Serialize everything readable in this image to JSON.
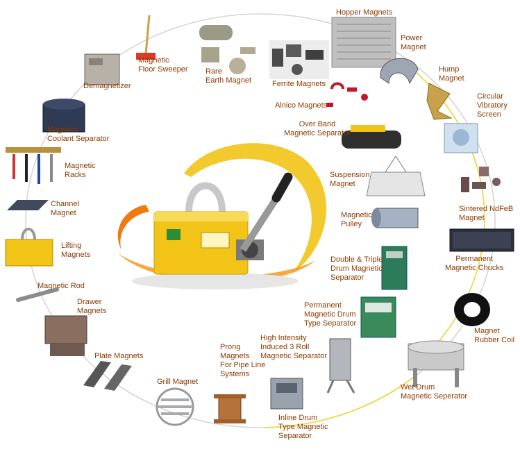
{
  "colors": {
    "label": "#8a3a00",
    "ring": "#d7d7d7",
    "accent_ring": "#f0c21a",
    "swoosh": "#f07a10",
    "magnet": "#f2c418"
  },
  "products": [
    {
      "id": "hopper",
      "label": "Hopper Magnets"
    },
    {
      "id": "power",
      "label": "Power\nMagnet"
    },
    {
      "id": "hump",
      "label": "Hump\nMagnet"
    },
    {
      "id": "circular",
      "label": "Circular\nVibratory\nScreen"
    },
    {
      "id": "ndfeb",
      "label": "Sintered NdFeB\nMagnet"
    },
    {
      "id": "chucks",
      "label": "Permanent\nMagnetic Chucks"
    },
    {
      "id": "coil",
      "label": "Magnet\nRubber Coil"
    },
    {
      "id": "wetdrum",
      "label": "Wet Drum\nMagnetic Seperator"
    },
    {
      "id": "inline",
      "label": "Inline Drum\nType Magnetic\nSeparator"
    },
    {
      "id": "prong",
      "label": "Prong\nMagnets\nFor Pipe Line\nSystems"
    },
    {
      "id": "grill",
      "label": "Grill Magnet"
    },
    {
      "id": "plate",
      "label": "Plate Magnets"
    },
    {
      "id": "drawer",
      "label": "Drawer\nMagnets"
    },
    {
      "id": "rod",
      "label": "Magnetic Rod"
    },
    {
      "id": "lifting",
      "label": "Lifting\nMagnets"
    },
    {
      "id": "channel",
      "label": "Channel\nMagnet"
    },
    {
      "id": "racks",
      "label": "Magnetic\nRacks"
    },
    {
      "id": "coolant",
      "label": "Magnetic\nCoolant Separator"
    },
    {
      "id": "demag",
      "label": "Demagnetizer"
    },
    {
      "id": "sweeper",
      "label": "Magnetic\nFloor Sweeper"
    },
    {
      "id": "rare",
      "label": "Rare\nEarth Magnet"
    },
    {
      "id": "ferrite",
      "label": "Ferrite Magnets"
    },
    {
      "id": "alnico",
      "label": "Alnico Magnets"
    },
    {
      "id": "overband",
      "label": "Over Band\nMagnetic Separator"
    },
    {
      "id": "suspension",
      "label": "Suspension\nMagnet"
    },
    {
      "id": "pulley",
      "label": "Magnetic\nPulley"
    },
    {
      "id": "doubletriple",
      "label": "Double & Triple\nDrum Magnetic\nSeparator"
    },
    {
      "id": "permdrum",
      "label": "Permanent\nMagnetic Drum\nType Separator"
    },
    {
      "id": "highint",
      "label": "High Intensity\nInduced 3 Roll\nMagnetic Separator"
    }
  ]
}
